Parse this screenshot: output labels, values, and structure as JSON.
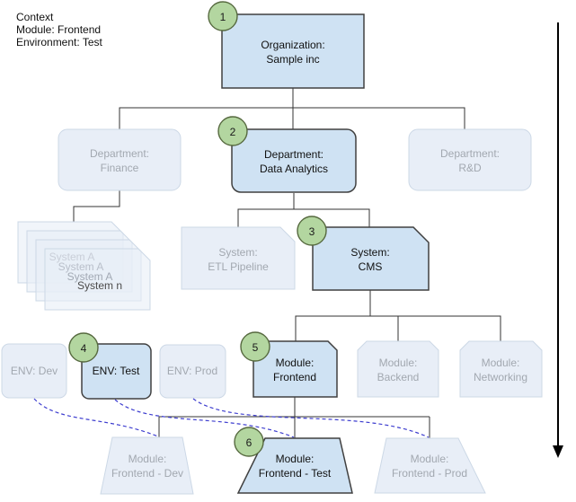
{
  "context": {
    "line1": "Context",
    "line2": "Module: Frontend",
    "line3": "Environment: Test"
  },
  "badges": {
    "b1": "1",
    "b2": "2",
    "b3": "3",
    "b4": "4",
    "b5": "5",
    "b6": "6"
  },
  "nodes": {
    "organization": {
      "line1": "Organization:",
      "line2": "Sample inc"
    },
    "dept_finance": {
      "line1": "Department:",
      "line2": "Finance"
    },
    "dept_data_analytics": {
      "line1": "Department:",
      "line2": "Data Analytics"
    },
    "dept_rd": {
      "line1": "Department:",
      "line2": "R&D"
    },
    "system_stack": {
      "labels": [
        "System A",
        "System A",
        "System A",
        "System n"
      ]
    },
    "system_etl": {
      "line1": "System:",
      "line2": "ETL Pipeline"
    },
    "system_cms": {
      "line1": "System:",
      "line2": "CMS"
    },
    "env_dev": {
      "label": "ENV: Dev"
    },
    "env_test": {
      "label": "ENV: Test"
    },
    "env_prod": {
      "label": "ENV: Prod"
    },
    "module_frontend": {
      "line1": "Module:",
      "line2": "Frontend"
    },
    "module_backend": {
      "line1": "Module:",
      "line2": "Backend"
    },
    "module_networking": {
      "line1": "Module:",
      "line2": "Networking"
    },
    "module_frontend_dev": {
      "line1": "Module:",
      "line2": "Frontend - Dev"
    },
    "module_frontend_test": {
      "line1": "Module:",
      "line2": "Frontend - Test"
    },
    "module_frontend_prod": {
      "line1": "Module:",
      "line2": "Frontend - Prod"
    }
  },
  "colors": {
    "highlight_fill": "#cfe2f3",
    "highlight_stroke": "#404040",
    "dim_fill": "#e8eef7",
    "dim_stroke": "#ccd8e6",
    "dim_text": "#a2a8b0",
    "badge_fill": "#b3d6a0",
    "badge_stroke": "#56693f",
    "dashed_link": "#3e3ecf",
    "connector": "#333333"
  }
}
